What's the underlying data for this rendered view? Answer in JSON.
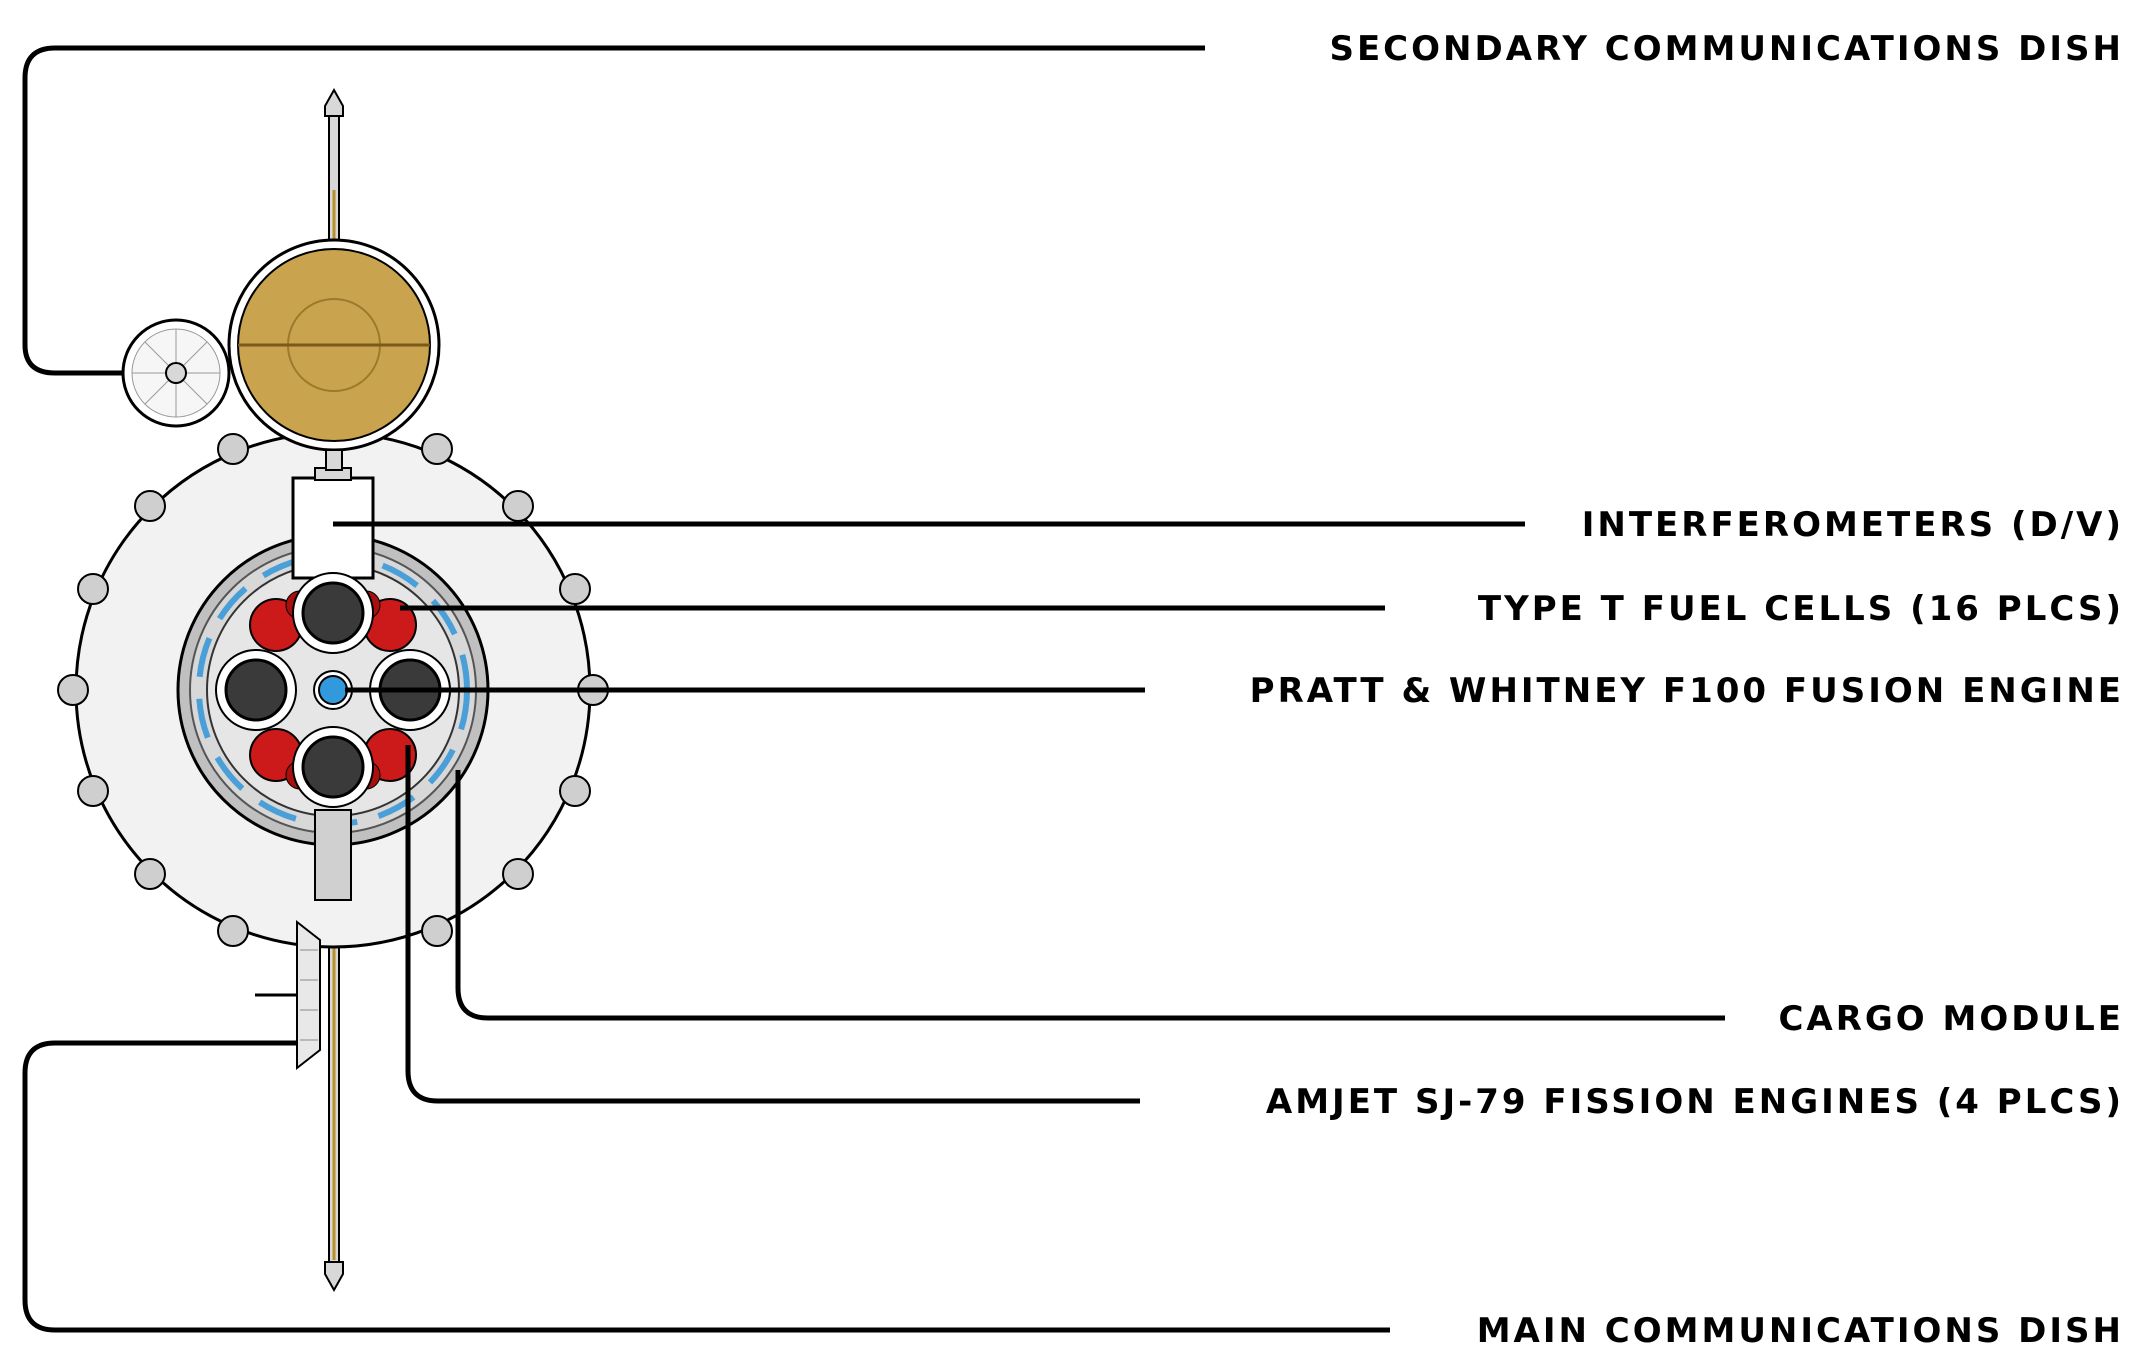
{
  "labels": {
    "secondary_dish": "SECONDARY COMMUNICATIONS DISH",
    "interferometers": "INTERFEROMETERS (D/V)",
    "fuel_cells": "TYPE T FUEL  CELLS (16 PLCS)",
    "fusion_engine": "PRATT & WHITNEY F100 FUSION ENGINE",
    "cargo_module": "CARGO MODULE",
    "fission_engines": "AMJET SJ-79 FISSION ENGINES (4 PLCS)",
    "main_dish": "MAIN COMMUNICATIONS DISH"
  },
  "colors": {
    "hull": "#f2f2f2",
    "hull_outline": "#000000",
    "ring_gray": "#c0c0c0",
    "fuel_cell_red": "#cc1a1a",
    "engine_dark": "#3a3a3a",
    "fusion_blue": "#3399dd",
    "dish_gold": "#c9a34e",
    "accent_blue": "#4a9fd8"
  }
}
